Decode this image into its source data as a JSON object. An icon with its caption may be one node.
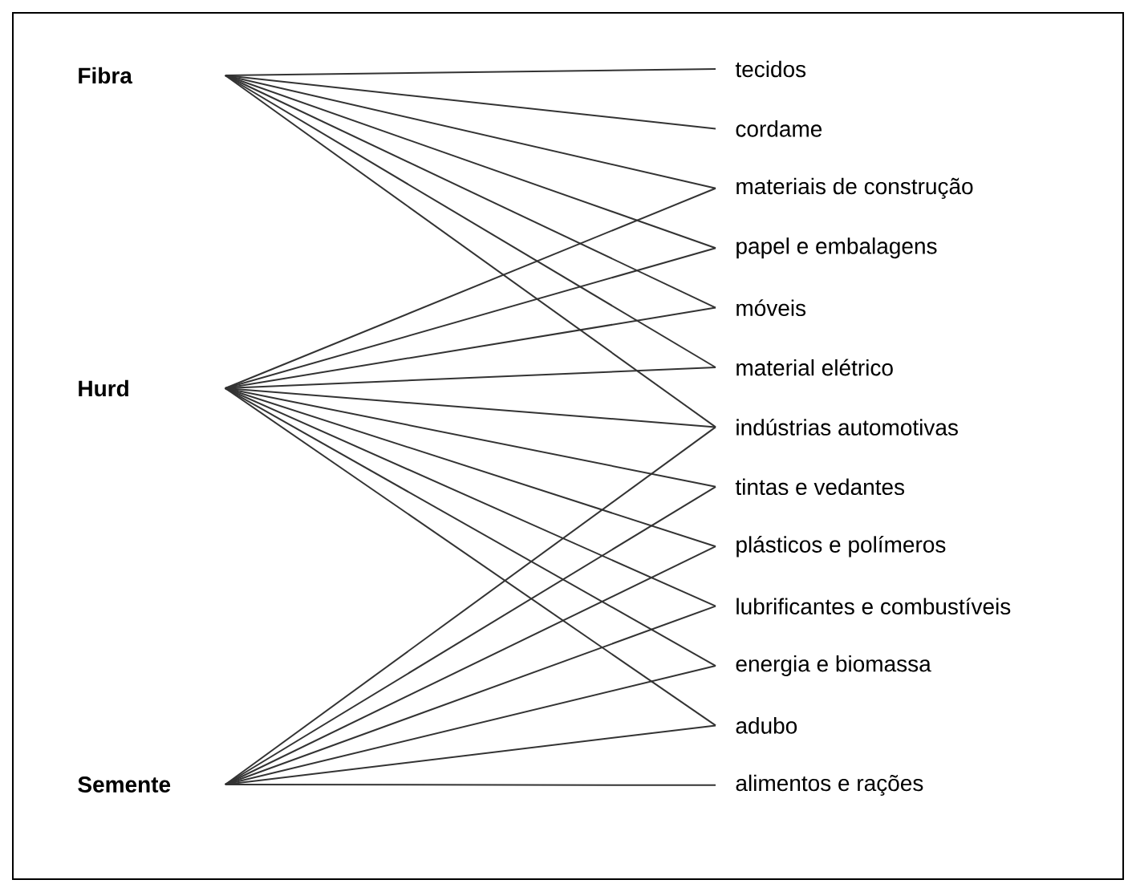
{
  "diagram": {
    "nodes": [
      {
        "text": [
          "Fibra"
        ]
      },
      {
        "text": [
          "Hurd"
        ]
      },
      {
        "text": [
          "Semente"
        ]
      },
      {
        "text": [
          "tecidos"
        ]
      },
      {
        "text": [
          "cordame"
        ]
      },
      {
        "text": [
          "materiais de construção"
        ]
      },
      {
        "text": [
          "papel e embalagens"
        ]
      },
      {
        "text": [
          "móveis"
        ]
      },
      {
        "text": [
          "material elétrico"
        ]
      },
      {
        "text": [
          "indústrias automotivas"
        ]
      },
      {
        "text": [
          "tintas e vedantes"
        ]
      },
      {
        "text": [
          "plásticos e polímeros"
        ]
      },
      {
        "text": [
          "lubrificantes e combustíveis"
        ]
      },
      {
        "text": [
          "energia e biomassa"
        ]
      },
      {
        "text": [
          "adubo"
        ]
      },
      {
        "text": [
          "alimentos e rações"
        ]
      }
    ],
    "edges": [
      {
        "from": 0,
        "to": 3,
        "arrow": "none"
      },
      {
        "from": 0,
        "to": 4,
        "arrow": "none"
      },
      {
        "from": 0,
        "to": 5,
        "arrow": "none"
      },
      {
        "from": 0,
        "to": 6,
        "arrow": "none"
      },
      {
        "from": 0,
        "to": 7,
        "arrow": "none"
      },
      {
        "from": 0,
        "to": 8,
        "arrow": "none"
      },
      {
        "from": 0,
        "to": 9,
        "arrow": "none"
      },
      {
        "from": 1,
        "to": 5,
        "arrow": "none"
      },
      {
        "from": 1,
        "to": 6,
        "arrow": "none"
      },
      {
        "from": 1,
        "to": 7,
        "arrow": "none"
      },
      {
        "from": 1,
        "to": 8,
        "arrow": "none"
      },
      {
        "from": 1,
        "to": 9,
        "arrow": "none"
      },
      {
        "from": 1,
        "to": 10,
        "arrow": "none"
      },
      {
        "from": 1,
        "to": 11,
        "arrow": "none"
      },
      {
        "from": 1,
        "to": 12,
        "arrow": "none"
      },
      {
        "from": 1,
        "to": 13,
        "arrow": "none"
      },
      {
        "from": 1,
        "to": 14,
        "arrow": "none"
      },
      {
        "from": 2,
        "to": 9,
        "arrow": "none"
      },
      {
        "from": 2,
        "to": 10,
        "arrow": "none"
      },
      {
        "from": 2,
        "to": 11,
        "arrow": "none"
      },
      {
        "from": 2,
        "to": 12,
        "arrow": "none"
      },
      {
        "from": 2,
        "to": 13,
        "arrow": "none"
      },
      {
        "from": 2,
        "to": 14,
        "arrow": "none"
      },
      {
        "from": 2,
        "to": 15,
        "arrow": "none"
      }
    ]
  }
}
